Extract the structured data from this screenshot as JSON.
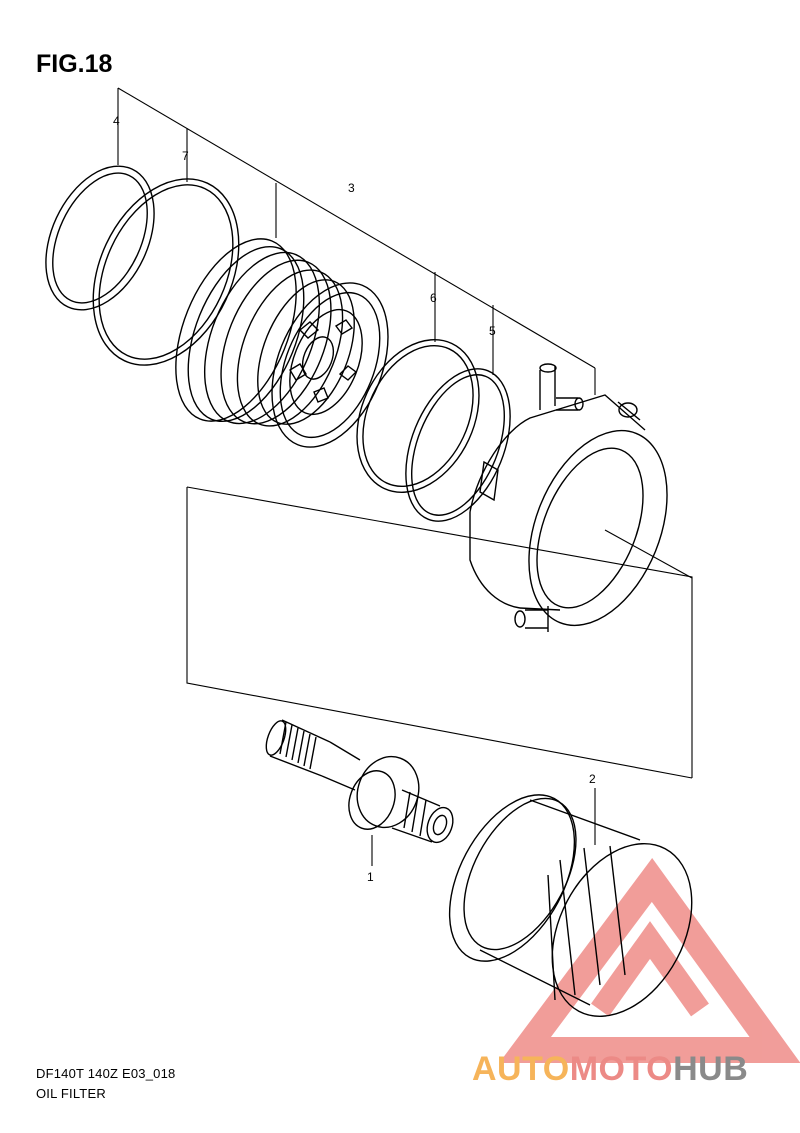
{
  "figure": {
    "title": "FIG.18"
  },
  "callouts": [
    {
      "number": "1"
    },
    {
      "number": "2"
    },
    {
      "number": "3"
    },
    {
      "number": "4"
    },
    {
      "number": "5"
    },
    {
      "number": "6"
    },
    {
      "number": "7"
    }
  ],
  "caption": {
    "model": "DF140T 140Z E03_018",
    "name": "OIL FILTER"
  },
  "watermark": {
    "part1": "AUTO",
    "part2": "MOTO",
    "part3": "HUB",
    "colors": {
      "auto": "#f6b45a",
      "moto": "#ec8a86",
      "hub": "#8a8a8a"
    }
  }
}
